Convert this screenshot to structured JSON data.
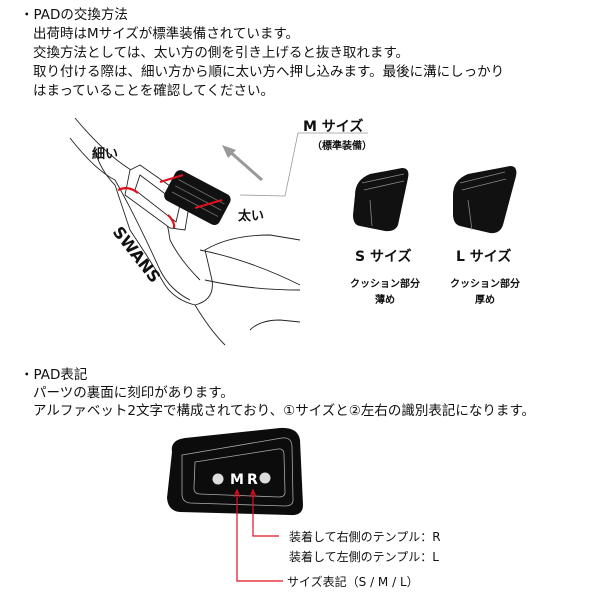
{
  "section1": {
    "heading": "・PADの交換方法",
    "lines": [
      "出荷時はMサイズが標準装備されています。",
      "交換方法としては、太い方の側を引き上げると抜き取れます。",
      "取り付ける際は、細い方から順に太い方へ押し込みます。最後に溝にしっかり",
      "はまっていることを確認してください。"
    ],
    "illustration": {
      "brand_logo": "SWANS",
      "thin_label": "細い",
      "thick_label": "太い",
      "m_size_label": "M サイズ",
      "m_size_note": "（標準装備）",
      "s_size_label": "S サイズ",
      "s_size_desc1": "クッション部分",
      "s_size_desc2": "薄め",
      "l_size_label": "L サイズ",
      "l_size_desc1": "クッション部分",
      "l_size_desc2": "厚め"
    }
  },
  "section2": {
    "heading": "・PAD表記",
    "lines": [
      "パーツの裏面に刻印があります。",
      "アルファベット2文字で構成されており、①サイズと②左右の識別表記になります。"
    ],
    "pad_marking": {
      "size_letter": "M",
      "side_letter": "R",
      "right_label": "装着して右側のテンプル：R",
      "left_label": "装着して左側のテンプル：L",
      "size_label": "サイズ表記（S / M / L）"
    }
  },
  "colors": {
    "accent_red": "#e0101e",
    "arrow_gray": "#999999"
  }
}
